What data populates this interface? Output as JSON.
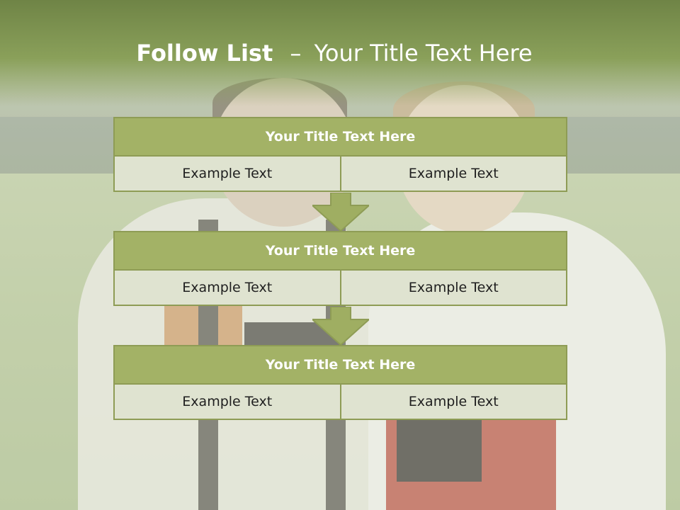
{
  "slide": {
    "title_bold": "Follow List",
    "title_sep": "–",
    "title_rest": "Your Title Text Here"
  },
  "blocks": [
    {
      "title": "Your Title Text Here",
      "left": "Example Text",
      "right": "Example Text"
    },
    {
      "title": "Your Title Text Here",
      "left": "Example Text",
      "right": "Example Text"
    },
    {
      "title": "Your Title Text Here",
      "left": "Example Text",
      "right": "Example Text"
    }
  ],
  "colors": {
    "accent": "#a3b266",
    "accent_border": "#8e9c55",
    "cell_bg": "#dfe3d0",
    "title_band": "#7a8f4c"
  }
}
